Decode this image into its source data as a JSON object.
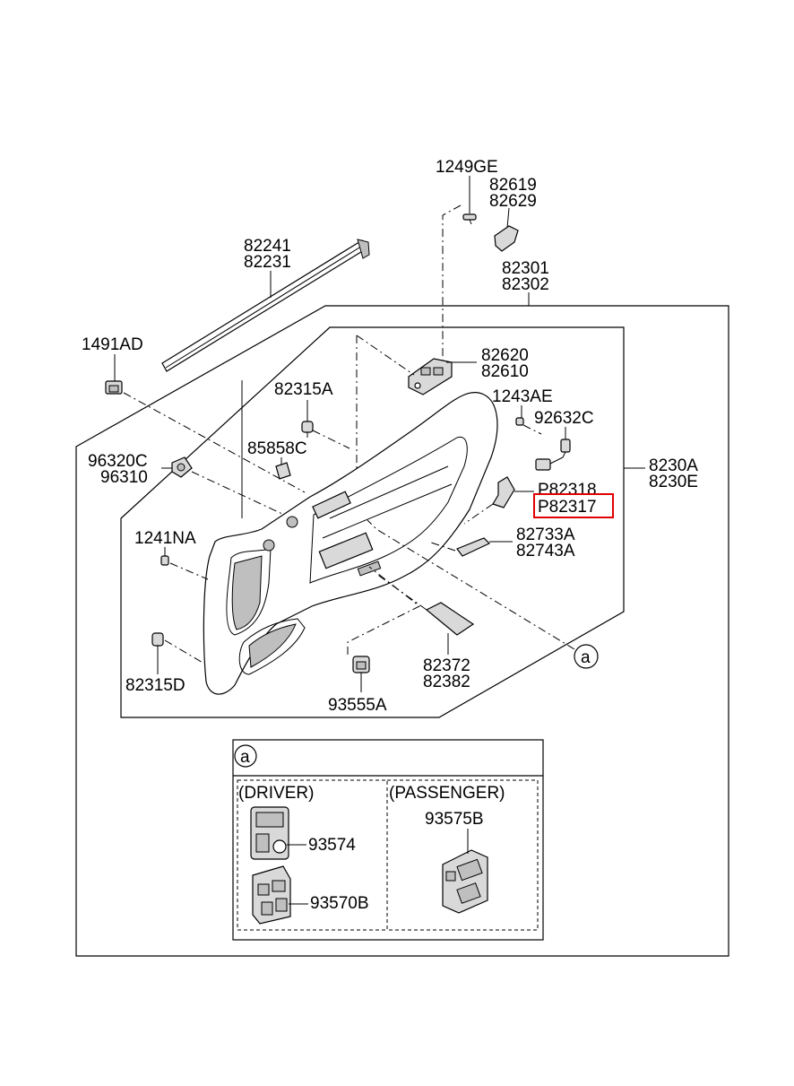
{
  "labels": {
    "p1249GE": "1249GE",
    "p82619": "82619",
    "p82629": "82629",
    "p82241": "82241",
    "p82231": "82231",
    "p82301": "82301",
    "p82302": "82302",
    "p1491AD": "1491AD",
    "p82620": "82620",
    "p82610": "82610",
    "p82315A": "82315A",
    "p1243AE": "1243AE",
    "p92632C": "92632C",
    "p96320C": "96320C",
    "p96310": "96310",
    "p85858C": "85858C",
    "p8230A": "8230A",
    "p8230E": "8230E",
    "pP82318": "P82318",
    "pP82317": "P82317",
    "p1241NA": "1241NA",
    "p82733A": "82733A",
    "p82743A": "82743A",
    "p82372": "82372",
    "p82382": "82382",
    "p82315D": "82315D",
    "p93555A": "93555A",
    "callout_a": "a"
  },
  "detail_box": {
    "callout": "a",
    "driver_header": "(DRIVER)",
    "passenger_header": "(PASSENGER)",
    "p93574": "93574",
    "p93570B": "93570B",
    "p93575B": "93575B"
  },
  "highlight": {
    "part": "P82317",
    "color": "#e00000"
  }
}
